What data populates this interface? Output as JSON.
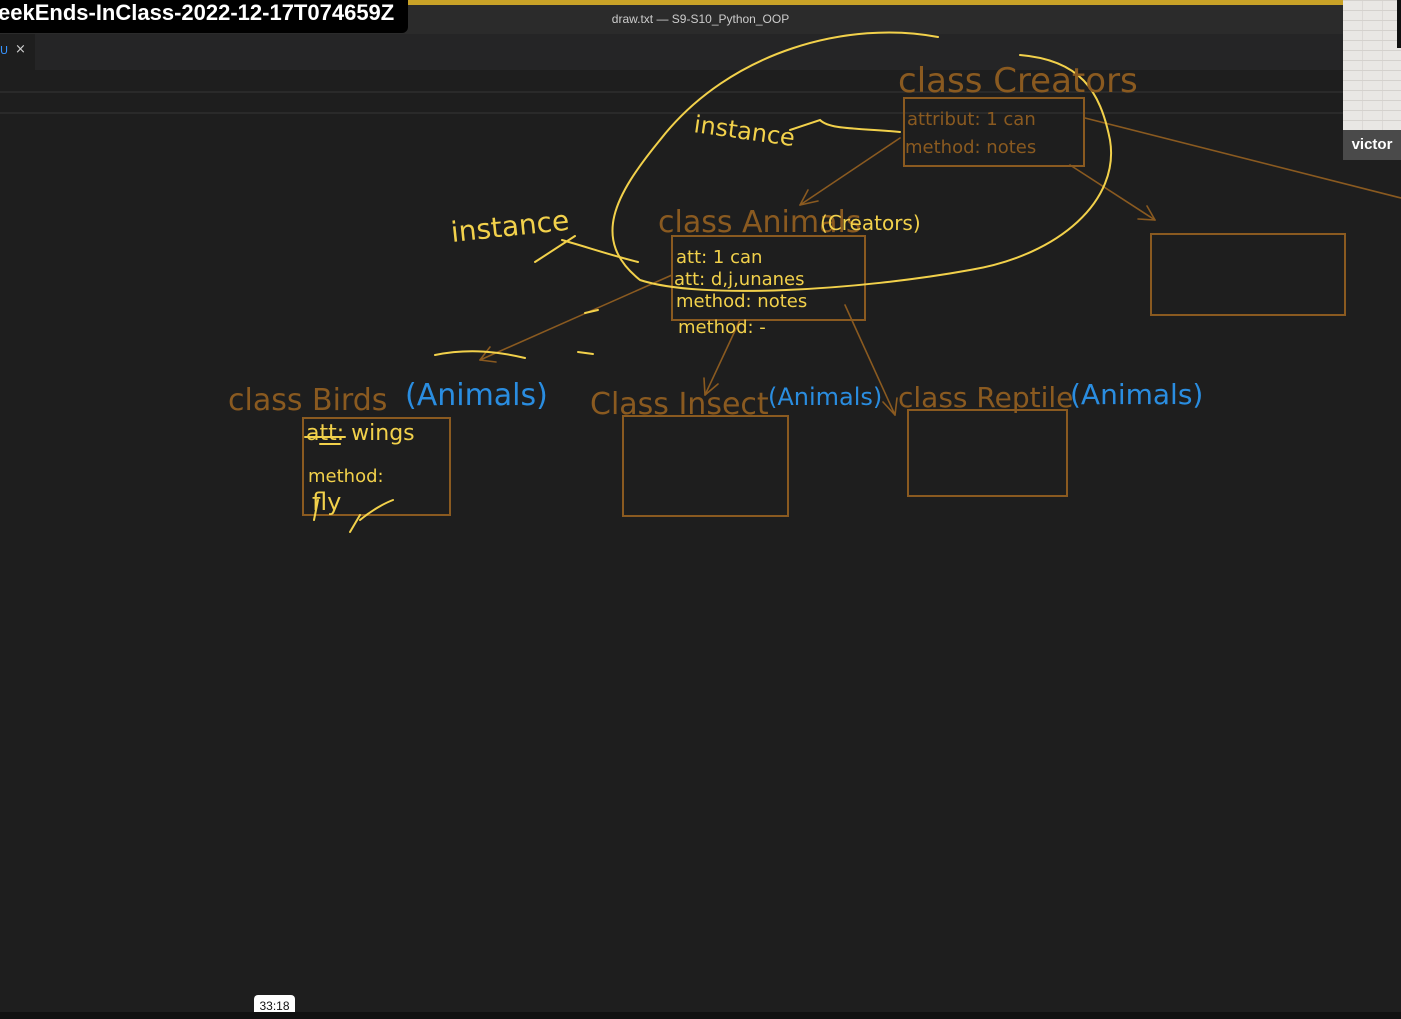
{
  "window": {
    "title": "draw.txt — S9-S10_Python_OOP"
  },
  "recording": {
    "label": "eekEnds-InClass-2022-12-17T074659Z"
  },
  "tab": {
    "label": "U",
    "close": "×"
  },
  "participant": {
    "name": "victor"
  },
  "timestamp": "33:18",
  "colors": {
    "ink_orange": "#8a5a20",
    "ink_yellow": "#f2d14b",
    "ink_blue": "#2a8de0"
  },
  "sketch": {
    "creators": {
      "heading": "class Creators",
      "attr": "attribut: 1 can",
      "method": "method: notes"
    },
    "animals": {
      "heading": "class Animals",
      "parent": "(Creators)",
      "attr1": "att: 1 can",
      "attr2": "att: d,j,unanes",
      "method1": "method: notes",
      "method2": "method: -"
    },
    "birds": {
      "heading": "class Birds",
      "parent": "(Animals)",
      "attr": "att: wings",
      "method": "method:",
      "method_value": "fly"
    },
    "insect": {
      "heading": "Class Insect",
      "parent": "(Animals)"
    },
    "reptile": {
      "heading": "class Reptile",
      "parent": "(Animals)"
    },
    "notes": {
      "instance_top": "instance",
      "instance_left": "instance"
    }
  }
}
